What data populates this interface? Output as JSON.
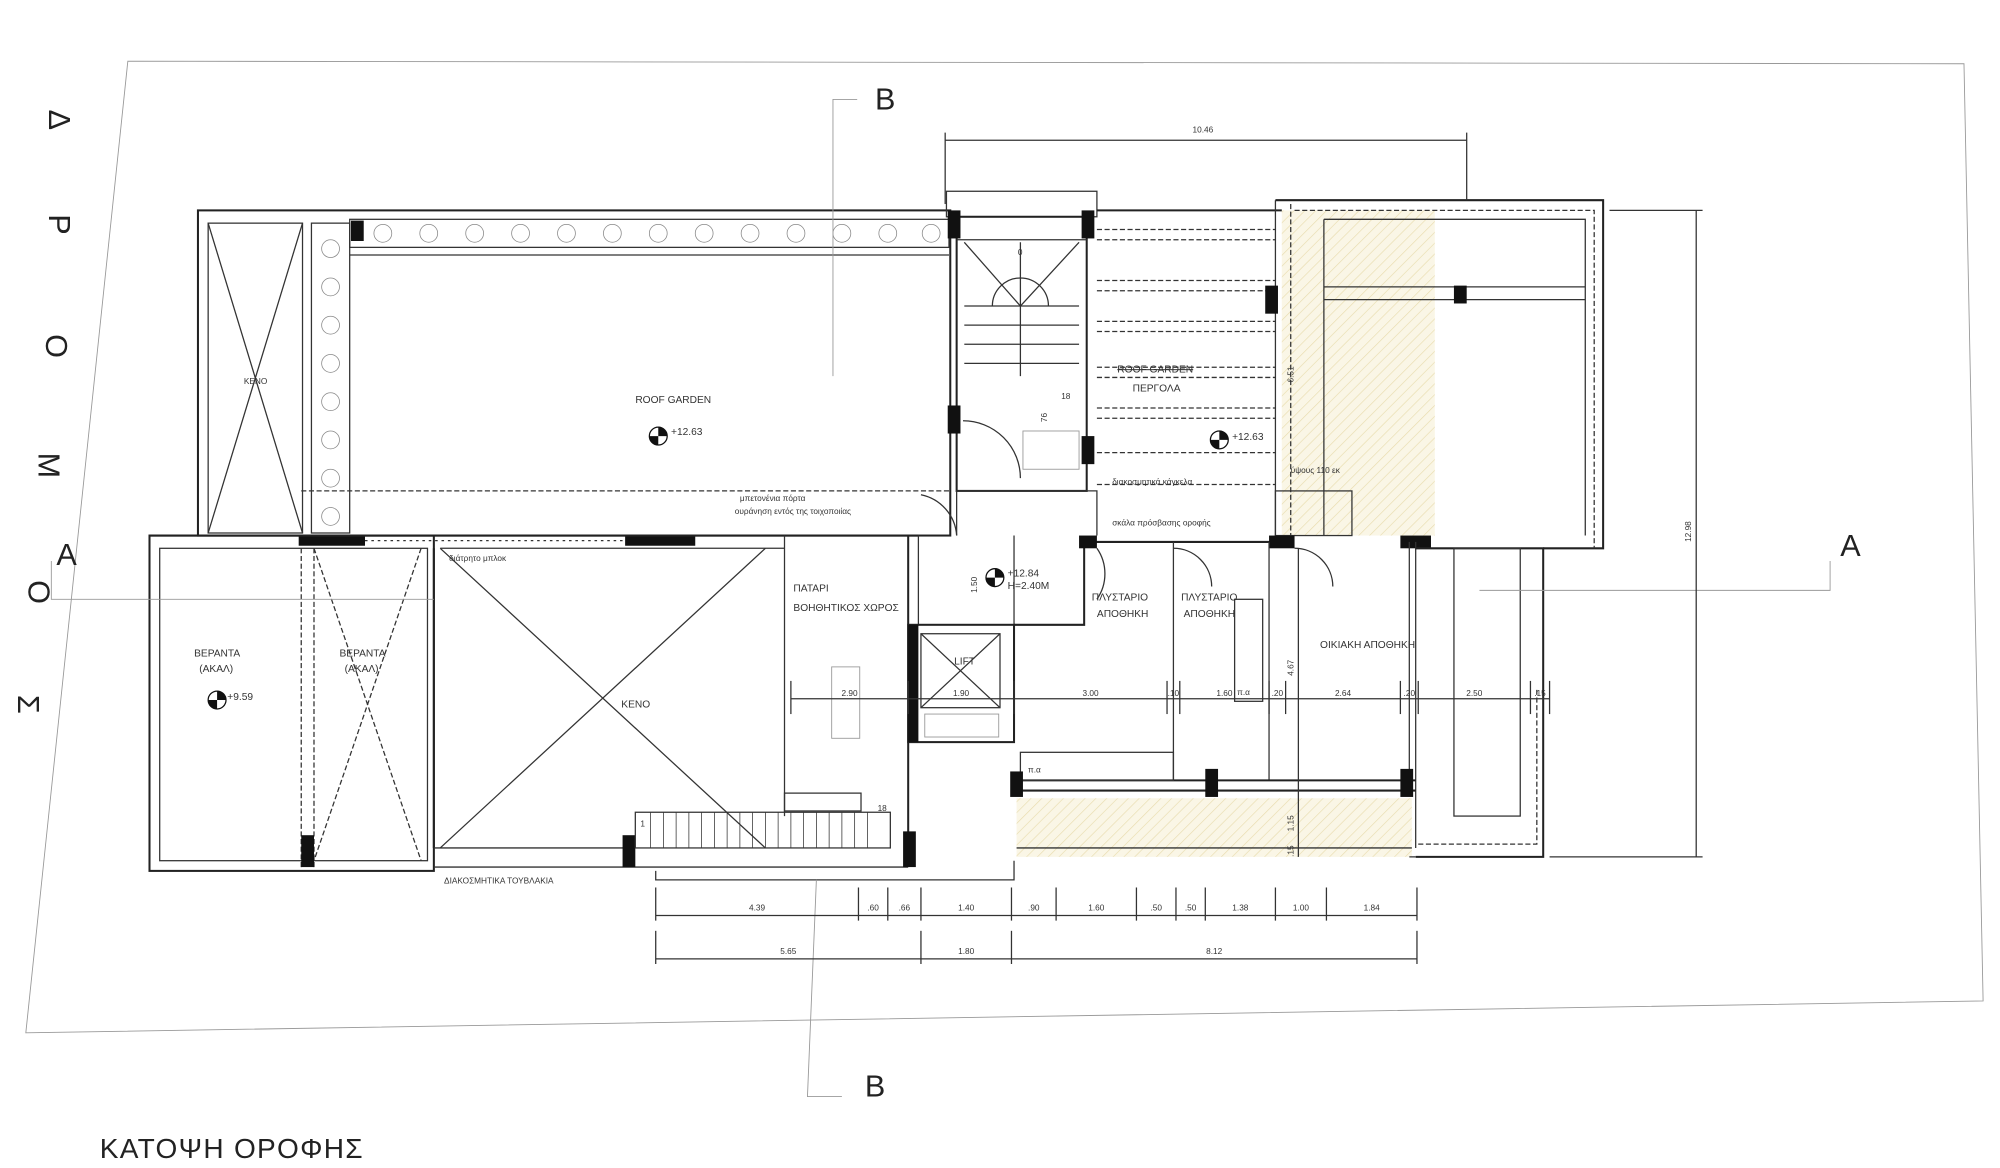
{
  "title": "ΚΑΤΟΨΗ ΟΡΟΦΗΣ",
  "street_letters": [
    "Δ",
    "Ρ",
    "Ο",
    "Μ",
    "Ο",
    "Σ"
  ],
  "sections": {
    "a_left": "A",
    "a_right": "A",
    "b_top": "B",
    "b_bottom": "B"
  },
  "rooms": {
    "keno_small": "ΚΕΝΟ",
    "roof_garden": "ROOF GARDEN",
    "roof_garden_level": "+12.63",
    "pergola_crossed": "ROOF GARDEN",
    "pergola": "ΠΕΡΓΟΛΑ",
    "pergola_level": "+12.63",
    "hall_level": "+12.84",
    "hall_height": "H=2.40M",
    "patari": "ΠΑΤΑΡΙ",
    "patari_sub": "ΒΟΗΘΗΤΙΚΟΣ ΧΩΡΟΣ",
    "plyst1": "ΠΛΥΣΤΑΡΙΟ",
    "apothiki1": "ΑΠΟΘΗΚΗ",
    "plyst2": "ΠΛΥΣΤΑΡΙΟ",
    "apothiki2": "ΑΠΟΘΗΚΗ",
    "oikiaki": "ΟΙΚΙΑΚΗ ΑΠΟΘΗΚΗ",
    "lift": "LIFT",
    "veranda1": "ΒΕΡΑΝΤΑ",
    "veranda1_sub": "(ΑΚΑΛ)",
    "veranda1_level": "+9.59",
    "veranda2": "ΒΕΡΑΝΤΑ",
    "veranda2_sub": "(ΑΚΑΛ)",
    "keno_big": "ΚΕΝΟ"
  },
  "notes": {
    "door_1": "μπετονένια πόρτα",
    "door_2": "ουράνηση εντός της τοιχοποιίας",
    "block": "διάτρητο μπλοκ",
    "bricks": "ΔΙΑΚΟΣΜΗΤΙΚΑ ΤΟΥΒΛΑΚΙΑ",
    "railing": "διακοσμητικά κάγκελα",
    "height": "ύψους 110 εκ",
    "roof_access": "σκάλα πρόσβασης οροφής",
    "pa1": "π.α",
    "pa2": "π.α",
    "stair_top": "0",
    "stair_bottom_1": "1",
    "stair_bottom_18": "18",
    "stair_18": "18",
    "stair_76": "76"
  },
  "dims": {
    "top": "10.46",
    "right": "12.98",
    "v651": "6.51",
    "v467": "4.67",
    "v115": "1.15",
    "v015": ".15",
    "v150": "1.50",
    "mid_row": [
      "2.90",
      "1.90",
      "3.00",
      ".10",
      "1.60",
      ".20",
      "2.64",
      ".20",
      "2.50",
      ".15"
    ],
    "bottom_row1": [
      "4.39",
      ".60",
      ".66",
      "1.40",
      ".90",
      "1.60",
      ".50",
      ".50",
      "1.38",
      "1.00",
      "1.84"
    ],
    "bottom_row2": [
      "5.65",
      "1.80",
      "8.12"
    ]
  },
  "colors": {
    "hatch": "#f3eccf",
    "line": "#333333"
  }
}
